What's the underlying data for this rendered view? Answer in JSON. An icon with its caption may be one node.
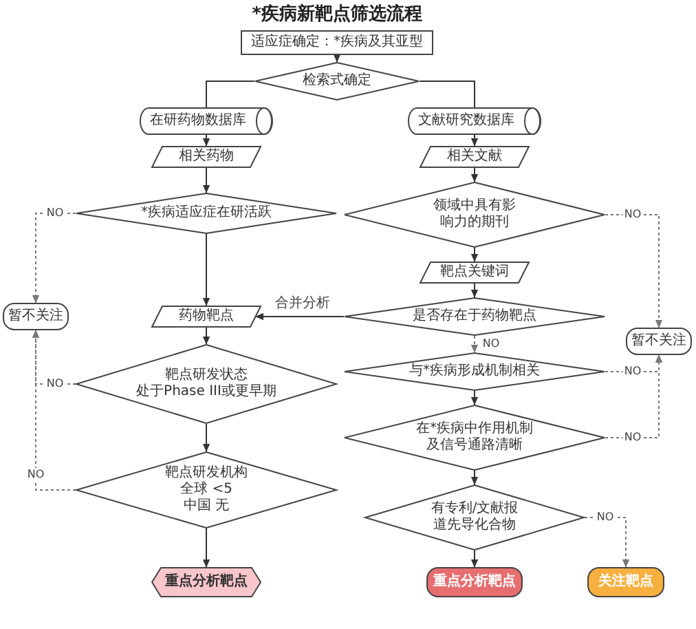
{
  "diagram": {
    "title": "*疾病新靶点筛选流程",
    "nodes": [
      {
        "text": [
          "适应症确定：*疾病及其亚型"
        ]
      },
      {
        "text": [
          "检索式确定"
        ]
      },
      {
        "text": [
          "在研药物数据库"
        ]
      },
      {
        "text": [
          "文献研究数据库"
        ]
      },
      {
        "text": [
          "相关药物"
        ]
      },
      {
        "text": [
          "相关文献"
        ]
      },
      {
        "text": [
          "领域中具有影响力的期刊"
        ]
      },
      {
        "text": [
          "*疾病适应症在研活跃"
        ]
      },
      {
        "text": [
          "靶点关键词"
        ]
      },
      {
        "text": [
          "药物靶点"
        ]
      },
      {
        "text": [
          "是否存在于药物靶点"
        ]
      },
      {
        "text": [
          "暂不关注"
        ]
      },
      {
        "text": [
          "暂不关注"
        ]
      },
      {
        "text": [
          "靶点研发状态",
          "处于Phase III或更早期"
        ]
      },
      {
        "text": [
          "与*疾病形成机制相关"
        ]
      },
      {
        "text": [
          "靶点研发机构",
          "全球 <5",
          "中国 无"
        ]
      },
      {
        "text": [
          "在*疾病中作用机制及信号通路清晰"
        ]
      },
      {
        "text": [
          "有专利/文献报道先导化合物"
        ]
      },
      {
        "text": [
          "重点分析靶点"
        ]
      },
      {
        "text": [
          "重点分析靶点"
        ]
      },
      {
        "text": [
          "关注靶点"
        ]
      }
    ],
    "edges": [
      {
        "from": 0,
        "to": 1,
        "arrow": "to"
      },
      {
        "from": 1,
        "to": 2,
        "arrow": "none"
      },
      {
        "from": 1,
        "to": 3,
        "arrow": "none"
      },
      {
        "from": 2,
        "to": 4,
        "arrow": "to"
      },
      {
        "from": 3,
        "to": 5,
        "arrow": "to"
      },
      {
        "from": 4,
        "to": 7,
        "arrow": "to"
      },
      {
        "from": 5,
        "to": 6,
        "arrow": "to"
      },
      {
        "from": 6,
        "to": 8,
        "arrow": "to"
      },
      {
        "from": 7,
        "to": 9,
        "arrow": "to"
      },
      {
        "from": 8,
        "to": 10,
        "arrow": "to"
      },
      {
        "from": 10,
        "to": 9,
        "arrow": "to",
        "label": "合并分析"
      },
      {
        "from": 9,
        "to": 13,
        "arrow": "to"
      },
      {
        "from": 13,
        "to": 15,
        "arrow": "to"
      },
      {
        "from": 15,
        "to": 18,
        "arrow": "to"
      },
      {
        "from": 7,
        "to": 11,
        "arrow": "to",
        "label": "NO",
        "style": "dashed"
      },
      {
        "from": 13,
        "to": 11,
        "arrow": "to",
        "label": "NO",
        "style": "dashed"
      },
      {
        "from": 15,
        "to": 11,
        "arrow": "to",
        "label": "NO",
        "style": "dashed"
      },
      {
        "from": 6,
        "to": 12,
        "arrow": "to",
        "label": "NO",
        "style": "dashed"
      },
      {
        "from": 14,
        "to": 12,
        "arrow": "to",
        "label": "NO",
        "style": "dashed"
      },
      {
        "from": 16,
        "to": 12,
        "arrow": "to",
        "label": "NO",
        "style": "dashed"
      },
      {
        "from": 10,
        "to": 14,
        "arrow": "to",
        "label": "NO",
        "style": "dashed"
      },
      {
        "from": 14,
        "to": 16,
        "arrow": "to"
      },
      {
        "from": 16,
        "to": 17,
        "arrow": "to"
      },
      {
        "from": 17,
        "to": 19,
        "arrow": "to"
      },
      {
        "from": 17,
        "to": 20,
        "arrow": "to",
        "label": "NO",
        "style": "dashed"
      }
    ]
  }
}
